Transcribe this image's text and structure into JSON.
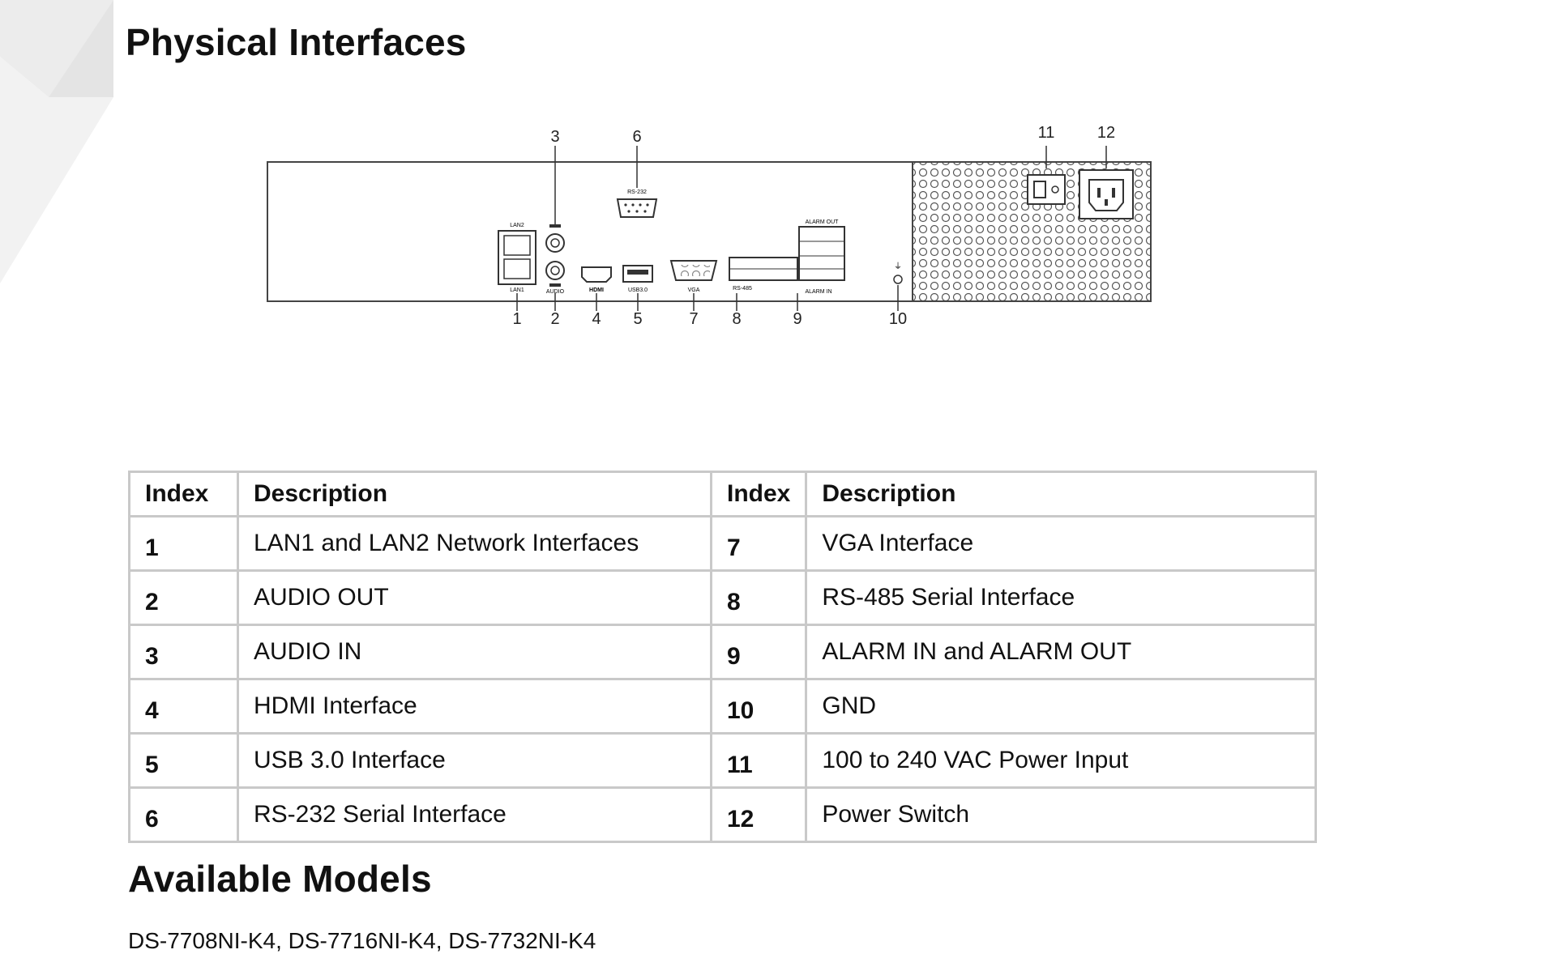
{
  "section_titles": {
    "physical": "Physical Interfaces",
    "models": "Available Models"
  },
  "diagram": {
    "callouts": [
      "1",
      "2",
      "3",
      "4",
      "5",
      "6",
      "7",
      "8",
      "9",
      "10",
      "11",
      "12"
    ],
    "port_labels": {
      "lan2": "LAN2",
      "lan1": "LAN1",
      "audio": "AUDIO",
      "hdmi": "HDMI",
      "usb": "USB3.0",
      "vga": "VGA",
      "rs232": "RS-232",
      "rs485": "RS-485",
      "alarm_in": "ALARM IN",
      "alarm_out": "ALARM OUT"
    }
  },
  "table": {
    "headers": [
      "Index",
      "Description",
      "Index",
      "Description"
    ],
    "rows": [
      [
        "1",
        "LAN1 and LAN2 Network Interfaces",
        "7",
        "VGA Interface"
      ],
      [
        "2",
        "AUDIO OUT",
        "8",
        "RS-485 Serial Interface"
      ],
      [
        "3",
        "AUDIO IN",
        "9",
        "ALARM IN and ALARM OUT"
      ],
      [
        "4",
        "HDMI Interface",
        "10",
        "GND"
      ],
      [
        "5",
        "USB 3.0 Interface",
        "11",
        "100 to 240 VAC Power Input"
      ],
      [
        "6",
        "RS-232 Serial Interface",
        "12",
        "Power Switch"
      ]
    ]
  },
  "models": "DS-7708NI-K4, DS-7716NI-K4, DS-7732NI-K4",
  "colors": {
    "border": "#c9c9c9",
    "text": "#111111",
    "decor": "#e6e6e6"
  }
}
